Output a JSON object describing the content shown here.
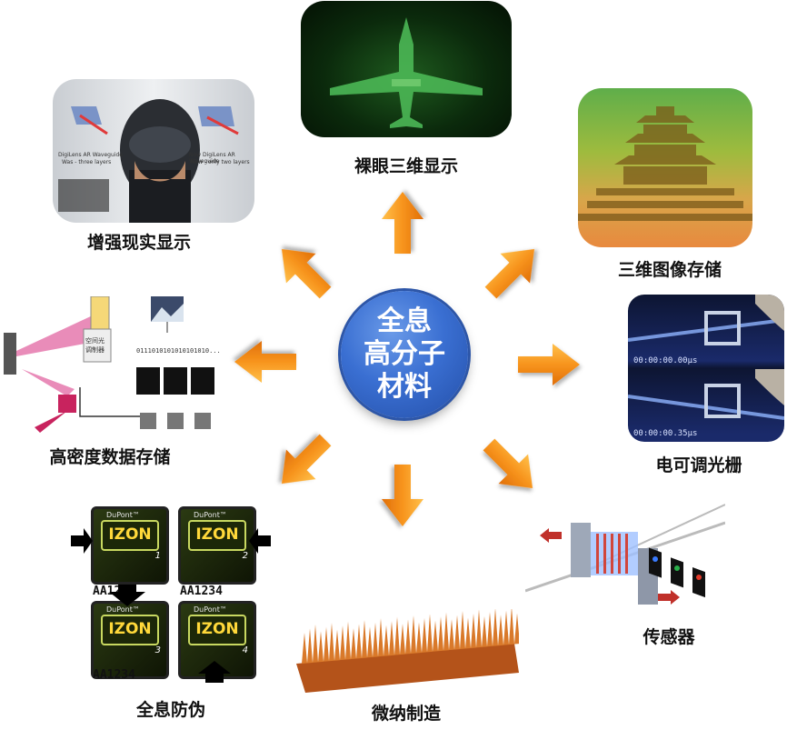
{
  "center": {
    "lines": [
      "全息",
      "高分子",
      "材料"
    ]
  },
  "applications": [
    {
      "label": "裸眼三维显示"
    },
    {
      "label": "三维图像存储"
    },
    {
      "label": "电可调光栅"
    },
    {
      "label": "传感器"
    },
    {
      "label": "微纳制造"
    },
    {
      "label": "全息防伪"
    },
    {
      "label": "高密度数据存储"
    },
    {
      "label": "增强现实显示"
    }
  ],
  "ar_panel": {
    "left_caption": "DigiLens AR Waveguide",
    "left_sub": "Was - three layers",
    "right_caption": "Now DigiLens AR Waveguide",
    "right_sub": "Now - only two layers"
  },
  "grating_panel": {
    "time_top": "00:00:00.00μs",
    "time_bottom": "00:00:00.35μs"
  },
  "storage_panel": {
    "bits": "0111010101010101010...",
    "sub1": "空间光",
    "sub2": "调制器"
  },
  "anticounterfeit": {
    "brand": "DuPont™",
    "logo": "IZON",
    "code": "AA1234",
    "numbers": [
      "1",
      "2",
      "3",
      "4"
    ]
  },
  "colors": {
    "arrow": "#f7941d",
    "center": "#3a6fd2"
  }
}
